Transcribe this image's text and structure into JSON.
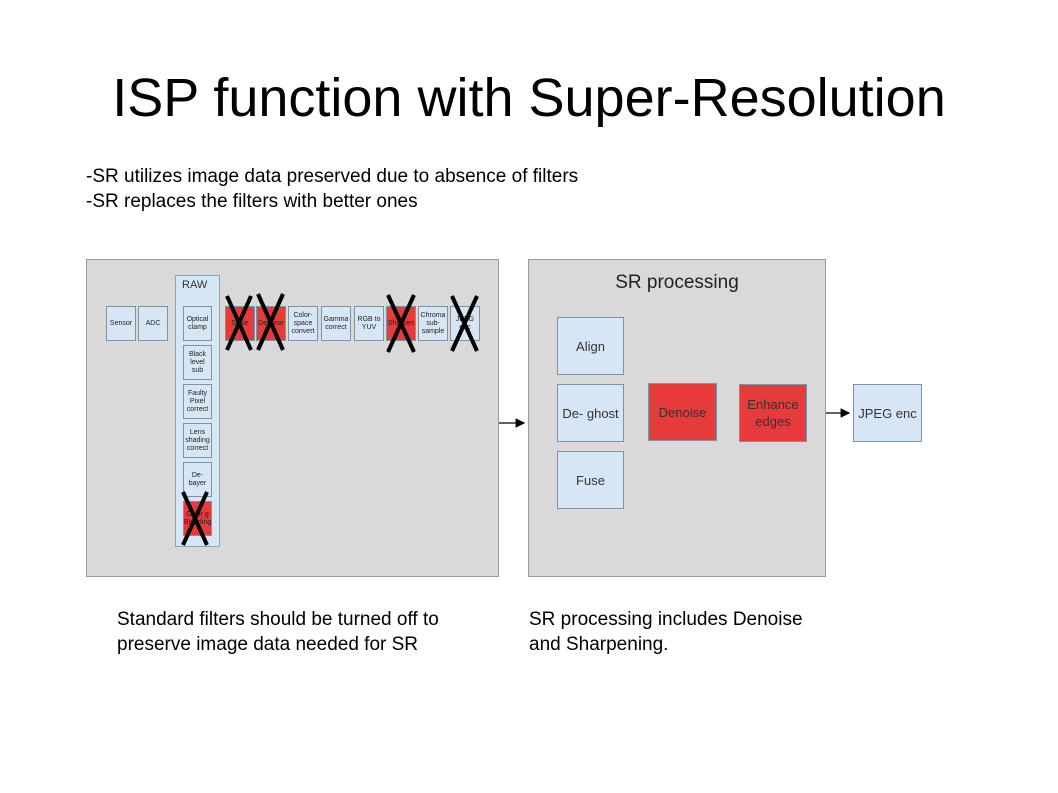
{
  "title": "ISP function with Super-Resolution",
  "bullets": [
    "-SR utilizes image data preserved due to absence of filters",
    "-SR replaces the filters with better ones"
  ],
  "isp": {
    "raw_label": "RAW",
    "sensor": "Sensor",
    "adc": "ADC",
    "optical_clamp": "Optical clamp",
    "black_level": "Black level sub",
    "faulty_pixel": "Faulty Pixel correct",
    "lens_shading": "Lens shading correct",
    "debayer": "De- bayer",
    "color_blending": "Color g Blending",
    "scale": "Scale",
    "denoise": "Denoise",
    "color_space": "Color- space convert",
    "gamma": "Gamma correct",
    "rgb_yuv": "RGB to YUV",
    "sharpen": "Sharpen",
    "chroma": "Chroma sub- sample",
    "jpeg_small": "JPEG enc"
  },
  "sr": {
    "title": "SR processing",
    "align": "Align",
    "deghost": "De- ghost",
    "fuse": "Fuse",
    "denoise": "Denoise",
    "enhance": "Enhance edges",
    "jpeg": "JPEG enc"
  },
  "captions": {
    "left": "Standard filters should be turned off to preserve image data needed for SR",
    "right": "SR processing includes Denoise and Sharpening."
  },
  "colors": {
    "filter_red": "#e63b3b",
    "block_blue": "#d6e6f4",
    "panel_gray": "#d9d9d9"
  }
}
